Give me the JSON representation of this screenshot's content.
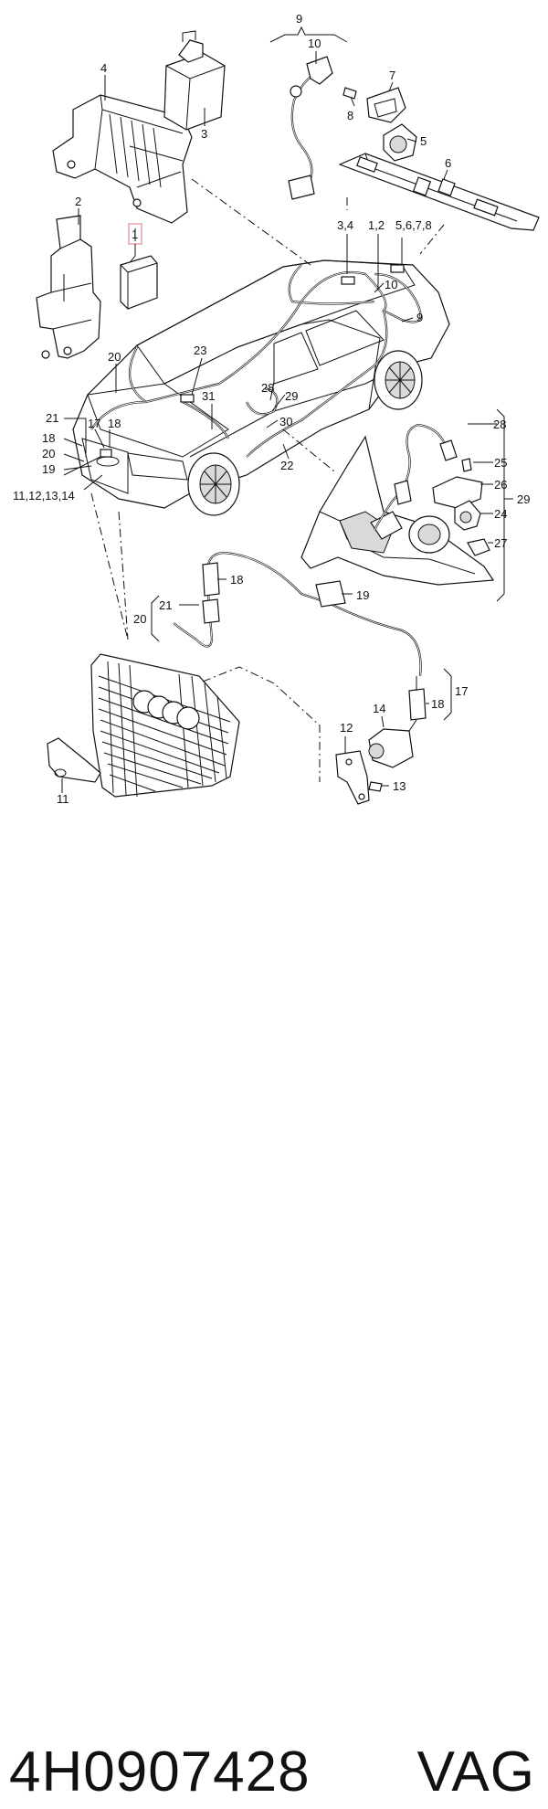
{
  "caption": {
    "part_number": "4H0907428",
    "brand": "VAG"
  },
  "highlight_color": "#e8a0a8",
  "callouts": {
    "c1": "1",
    "c2": "2",
    "c3": "3",
    "c4": "4",
    "c5": "5",
    "c7": "7",
    "c6": "6",
    "c8": "8",
    "c9_top": "9",
    "c10_top": "10",
    "c34": "3,4",
    "c12": "1,2",
    "c5678": "5,6,7,8",
    "c10_car": "10",
    "c9_car": "9",
    "c20_car": "20",
    "c23": "23",
    "c21_car": "21",
    "c17_car": "17",
    "c18_car": "18",
    "c18_car_left": "18",
    "c20_left": "20",
    "c19_car": "19",
    "c11_14": "11,12,13,14",
    "c28_car": "28",
    "c29_car": "29",
    "c31": "31",
    "c30": "30",
    "c22": "22",
    "c28_mirror": "28",
    "c25": "25",
    "c26": "26",
    "c24": "24",
    "c27": "27",
    "c29_mirror": "29",
    "c18_a": "18",
    "c21_b": "21",
    "c20_b": "20",
    "c19_b": "19",
    "c17_b": "17",
    "c18_b": "18",
    "c14_b": "14",
    "c12_b": "12",
    "c13_b": "13",
    "c11_b": "11"
  }
}
